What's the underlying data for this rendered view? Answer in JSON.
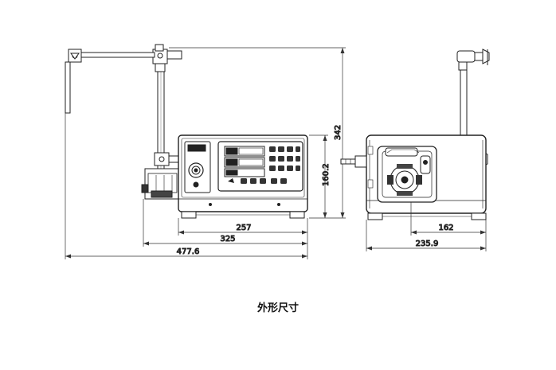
{
  "front_view": {
    "dimensions": {
      "height_total": "342",
      "height_body": "160.2",
      "width_body": "257",
      "width_with_fixture": "325",
      "width_total": "477.6"
    }
  },
  "side_view": {
    "dimensions": {
      "depth_pump": "162",
      "depth_total": "235.9"
    }
  },
  "caption": "外形尺寸"
}
